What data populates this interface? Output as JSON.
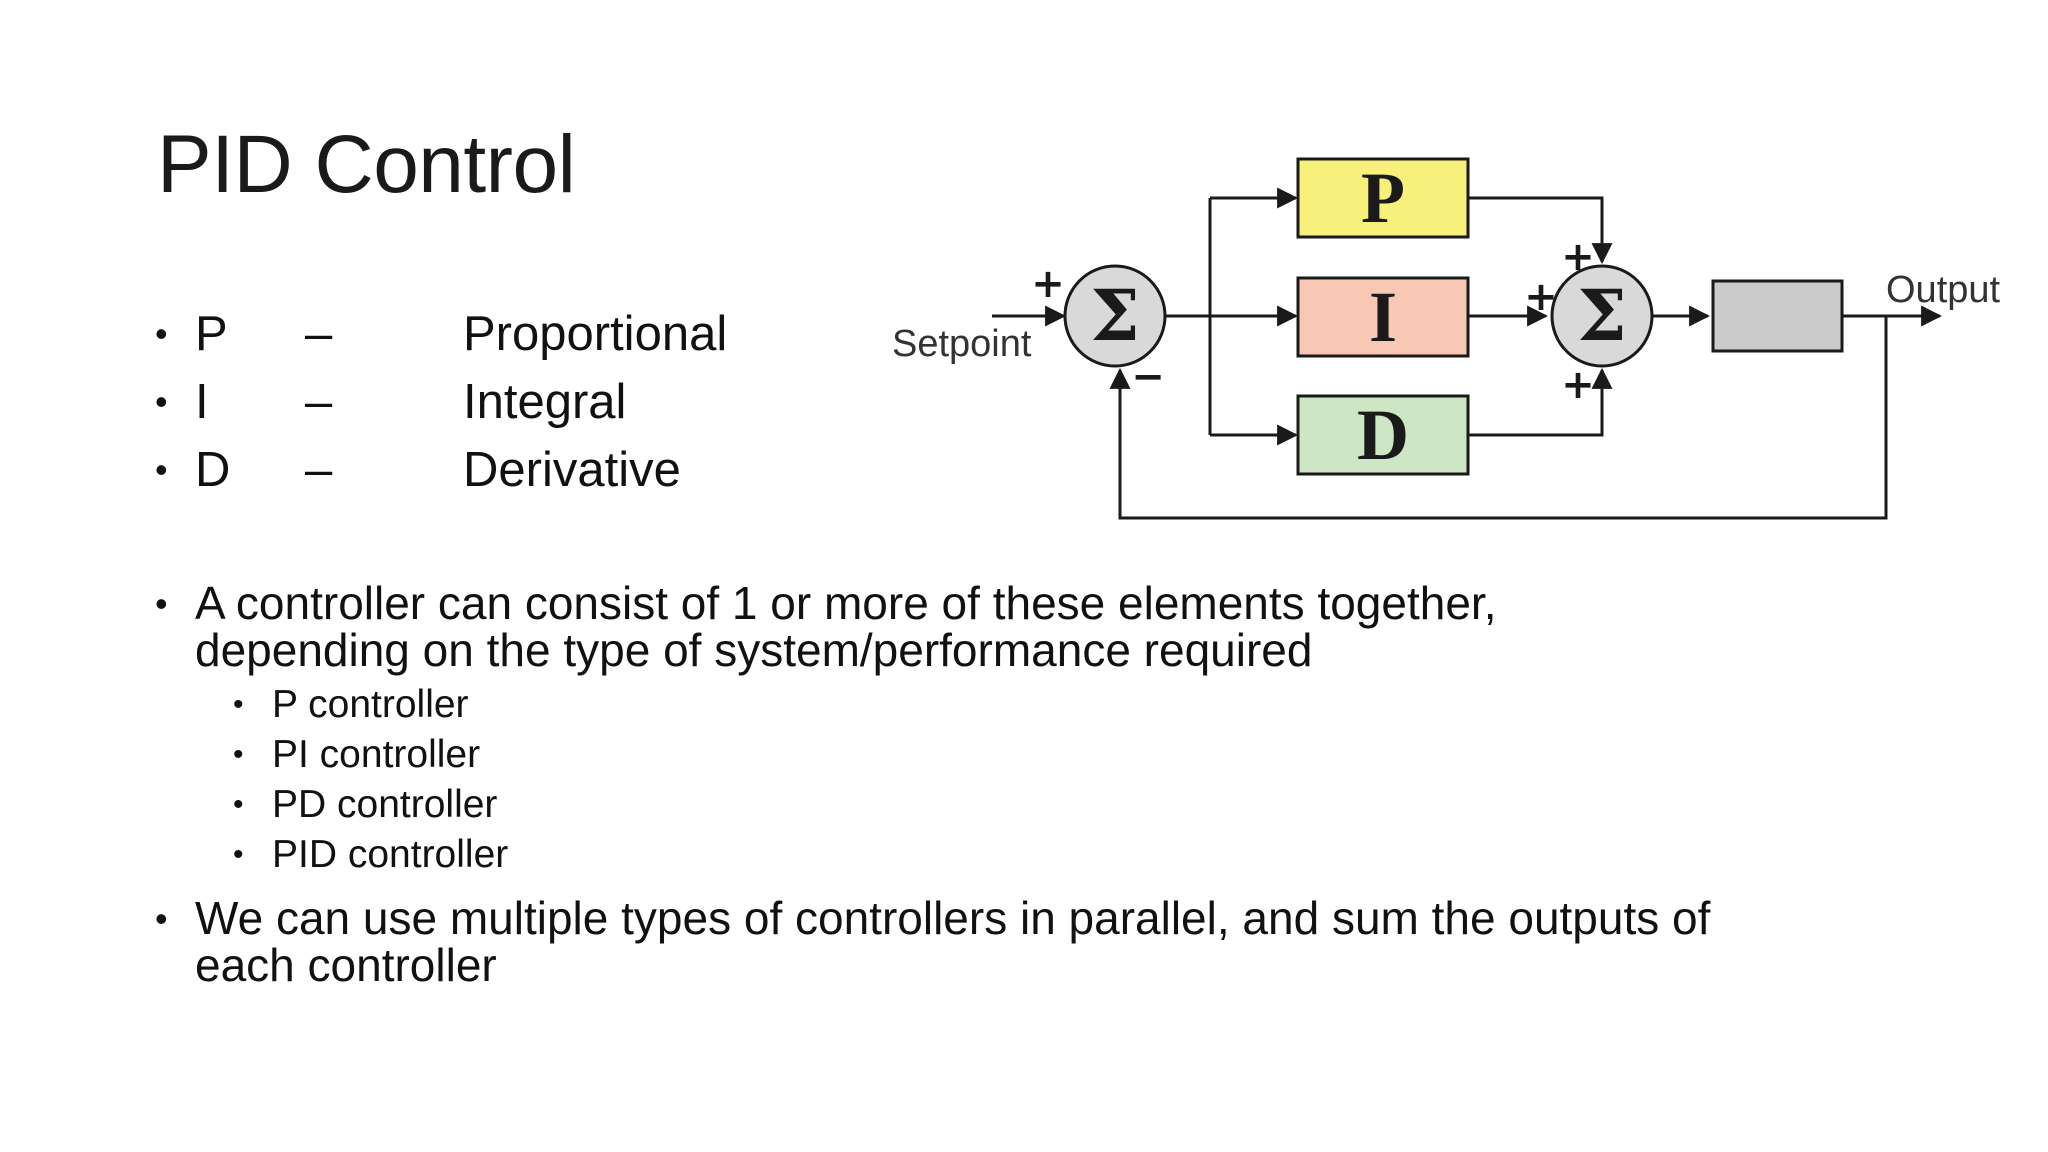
{
  "title": "PID Control",
  "bullet_glyph": "•",
  "definitions": [
    {
      "letter": "P",
      "dash": "–",
      "word": "Proportional"
    },
    {
      "letter": "I",
      "dash": "–",
      "word": "Integral"
    },
    {
      "letter": "D",
      "dash": "–",
      "word": "Derivative"
    }
  ],
  "paragraph1": {
    "line1": "A controller can consist of 1 or more of these elements together,",
    "line2": "depending on the type of system/performance required"
  },
  "controller_types": [
    "P controller",
    "PI controller",
    "PD controller",
    "PID controller"
  ],
  "paragraph2": {
    "line1": "We can use multiple types of controllers in parallel, and sum the outputs of",
    "line2": "each controller"
  },
  "diagram": {
    "setpoint_label": "Setpoint",
    "output_label": "Output",
    "sum_symbol": "Σ",
    "plus_sign": "+",
    "minus_sign": "−",
    "blocks": {
      "p": {
        "label": "P",
        "color": "#f7f07a"
      },
      "i": {
        "label": "I",
        "color": "#f8c8b4"
      },
      "d": {
        "label": "D",
        "color": "#cde6c4"
      },
      "plant_color": "#cbcbcb"
    },
    "sum_fill": "#d9d9d9",
    "line_color": "#1a1a1a"
  }
}
